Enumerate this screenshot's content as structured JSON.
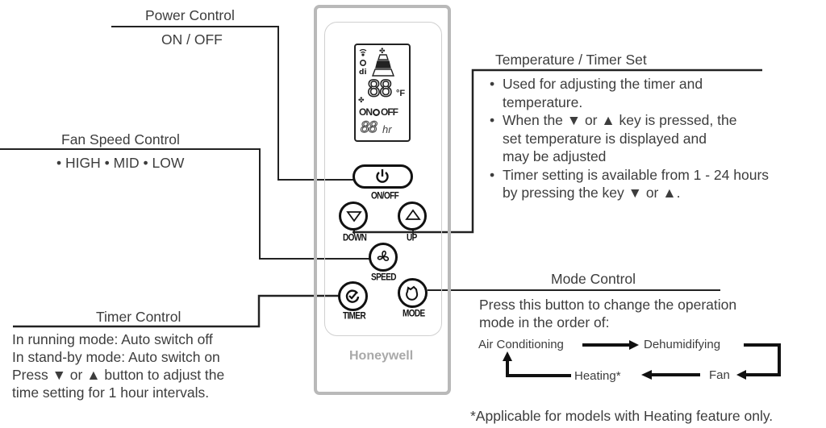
{
  "power_control": {
    "heading": "Power Control",
    "description": "ON / OFF"
  },
  "fan_speed_control": {
    "heading": "Fan Speed Control",
    "description": "• HIGH • MID • LOW"
  },
  "timer_control": {
    "heading": "Timer Control",
    "lines": [
      "In running mode: Auto switch off",
      "In stand-by mode: Auto switch on",
      "Press ▼ or ▲ button to adjust the",
      "time setting for 1 hour intervals."
    ]
  },
  "temperature_timer_set": {
    "heading": "Temperature / Timer Set",
    "bullets": [
      "Used for adjusting the timer and\ntemperature.",
      "When the ▼ or ▲ key is pressed, the\nset temperature is displayed and\nmay be adjusted",
      "Timer setting is available from 1 - 24 hours\nby pressing the key ▼ or ▲."
    ]
  },
  "mode_control": {
    "heading": "Mode Control",
    "lines": [
      "Press this button to change the operation",
      "mode in the order of:"
    ],
    "flow": {
      "air_conditioning": "Air Conditioning",
      "dehumidifying": "Dehumidifying",
      "fan": "Fan",
      "heating": "Heating*"
    }
  },
  "footnote": "*Applicable for models with Heating feature only.",
  "remote": {
    "brand": "Honeywell",
    "buttons": {
      "onoff": "ON/OFF",
      "down": "DOWN",
      "up": "UP",
      "speed": "SPEED",
      "timer": "TIMER",
      "mode": "MODE"
    },
    "lcd": {
      "temp_digits": "88",
      "temp_unit": "°F",
      "timer_on": "ON",
      "timer_off": "OFF",
      "timer_digits": "88",
      "timer_unit": "hr"
    }
  }
}
